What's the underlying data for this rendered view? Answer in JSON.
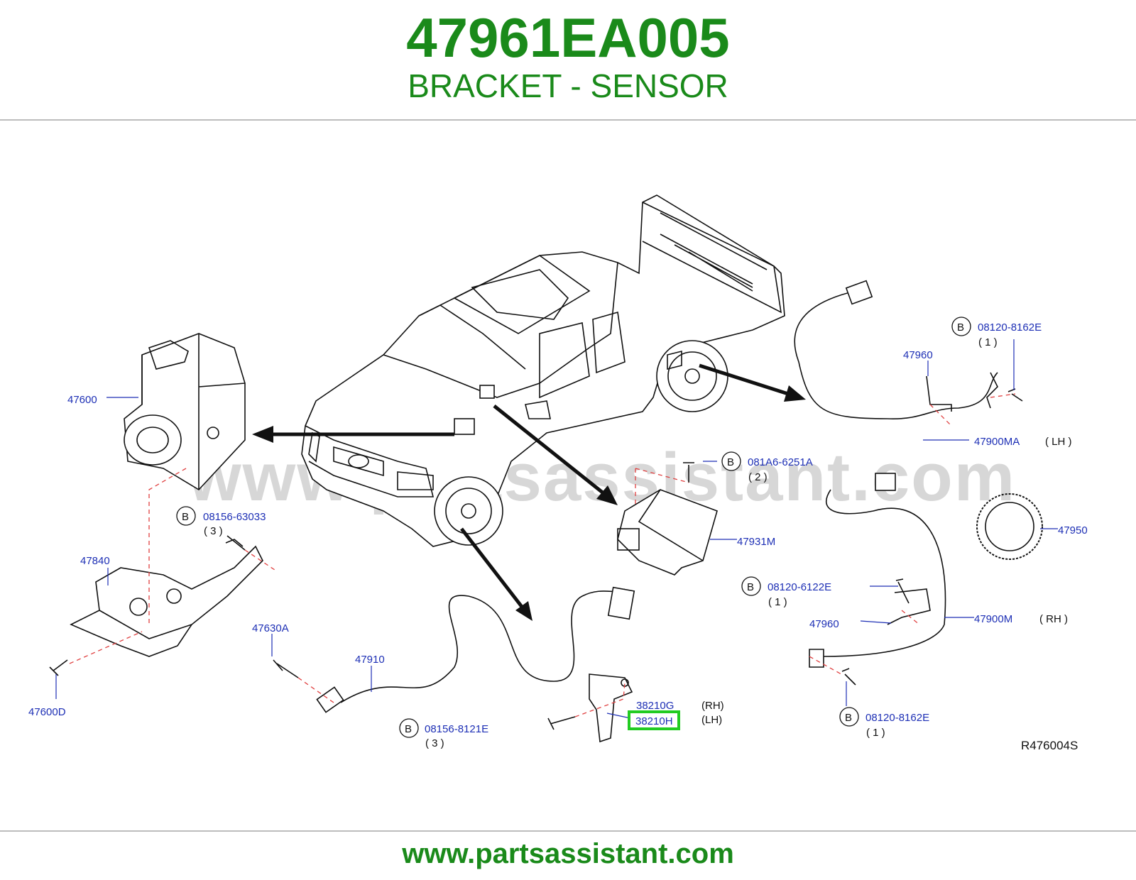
{
  "header": {
    "part_number": "47961EA005",
    "part_name": "BRACKET - SENSOR"
  },
  "footer": {
    "url": "www.partsassistant.com"
  },
  "watermark": "www.partsassistant.com",
  "reference_code": "R476004S",
  "highlight_color": "#22cc22",
  "brand_color": "#1a8a1a",
  "callout_color": "#1d2fb5",
  "callouts": {
    "p47600": "47600",
    "p47840": "47840",
    "p47600D": "47600D",
    "p47630A": "47630A",
    "p47910": "47910",
    "p47931M": "47931M",
    "p47950": "47950",
    "p47960_top": "47960",
    "p47960_bottom": "47960",
    "p47900MA": "47900MA",
    "p47900M": "47900M",
    "p38210G": "38210G",
    "p38210H": "38210H",
    "b08156_63033": "08156-63033",
    "b08156_8121E": "08156-8121E",
    "b081A6_6251A": "081A6-6251A",
    "b08120_6122E": "08120-6122E",
    "b08120_8162E_top": "08120-8162E",
    "b08120_8162E_bottom": "08120-8162E"
  },
  "labels": {
    "bolt_marker": "B",
    "qty_3a": "( 3 )",
    "qty_3b": "( 3 )",
    "qty_2": "( 2 )",
    "qty_1a": "( 1 )",
    "qty_1b": "( 1 )",
    "qty_1c": "( 1 )",
    "lh_paren": "( LH )",
    "rh_paren": "( RH )",
    "rh": "(RH)",
    "lh": "(LH)"
  }
}
